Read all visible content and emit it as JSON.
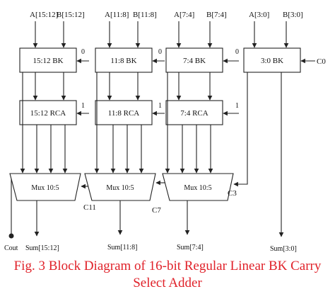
{
  "inputs": {
    "a_15_12": "A[15:12]",
    "b_15_12": "B[15:12]",
    "a_11_8": "A[11:8]",
    "b_11_8": "B[11:8]",
    "a_7_4": "A[7:4]",
    "b_7_4": "B[7:4]",
    "a_3_0": "A[3:0]",
    "b_3_0": "B[3:0]"
  },
  "blocks": {
    "bk_15_12": "15:12 BK",
    "bk_11_8": "11:8 BK",
    "bk_7_4": "7:4 BK",
    "bk_3_0": "3:0 BK",
    "rca_15_12": "15:12 RCA",
    "rca_11_8": "11:8 RCA",
    "rca_7_4": "7:4 RCA"
  },
  "muxes": {
    "mux_15_12": "Mux 10:5",
    "mux_11_8": "Mux 10:5",
    "mux_7_4": "Mux 10:5"
  },
  "carry_in_values": {
    "bk": "0",
    "rca": "1"
  },
  "signals": {
    "c0": "C0",
    "c3": "C3",
    "c7": "C7",
    "c11": "C11",
    "cout": "Cout"
  },
  "outputs": {
    "sum_15_12": "Sum[15:12]",
    "sum_11_8": "Sum[11:8]",
    "sum_7_4": "Sum[7:4]",
    "sum_3_0": "Sum[3:0]"
  },
  "caption": "Fig. 3 Block Diagram of 16-bit Regular Linear BK Carry Select Adder"
}
